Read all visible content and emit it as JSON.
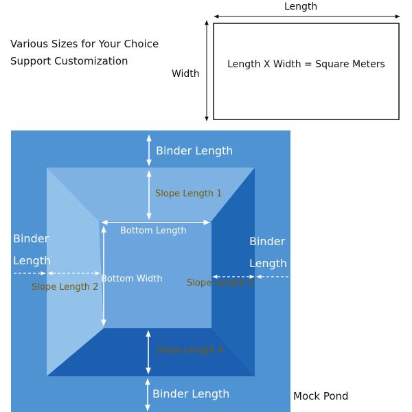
{
  "captions": {
    "line1": "Various Sizes for Your Choice",
    "line2": "Support Customization"
  },
  "rect": {
    "length_label": "Length",
    "width_label": "Width",
    "formula": "Length X Width = Square Meters"
  },
  "pond": {
    "binder_top": "Binder Length",
    "binder_bottom": "Binder Length",
    "binder_left_1": "Binder",
    "binder_left_2": "Length",
    "binder_right_1": "Binder",
    "binder_right_2": "Length",
    "slope_1": "Slope Length 1",
    "slope_2": "Slope Length 2",
    "slope_3": "Slope Length 3",
    "slope_4": "Slope Length 4",
    "bottom_length": "Bottom Length",
    "bottom_width": "Bottom Width",
    "mock_label": "Mock Pond"
  },
  "colors": {
    "outer": "#4f93d2",
    "top_slope": "#7eb2e2",
    "left_slope": "#92c1ea",
    "right_slope": "#1f66b4",
    "bottom_slope": "#1c5fb0",
    "floor": "#6ca5dd",
    "slope_text": "#7a5a0a",
    "white": "#ffffff"
  }
}
